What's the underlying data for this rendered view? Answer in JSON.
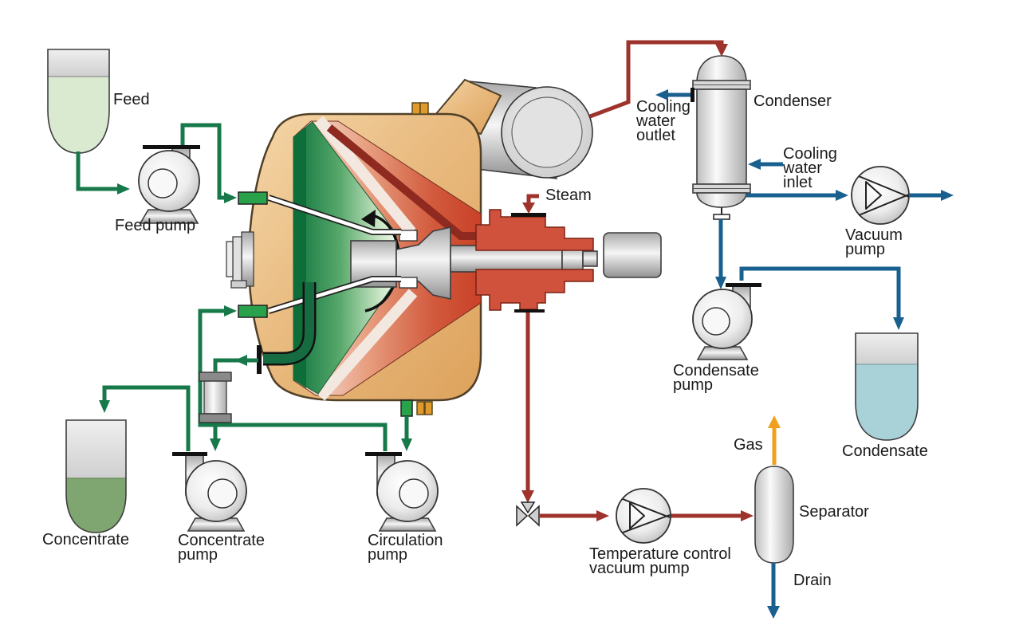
{
  "diagram": {
    "type": "process-flow-diagram",
    "subject": "Conical rotary evaporator system",
    "labels": {
      "feed": "Feed",
      "feed_pump": "Feed pump",
      "steam": "Steam",
      "condenser": "Condenser",
      "cooling_water_outlet": "Cooling\nwater\noutlet",
      "cooling_water_inlet": "Cooling\nwater\ninlet",
      "vacuum_pump": "Vacuum\npump",
      "condensate_pump": "Condensate\npump",
      "condensate": "Condensate",
      "concentrate": "Concentrate",
      "concentrate_pump": "Concentrate\npump",
      "circulation_pump": "Circulation\npump",
      "temperature_control_vacuum_pump": "Temperature control\nvacuum pump",
      "separator": "Separator",
      "gas": "Gas",
      "drain": "Drain"
    },
    "colors": {
      "line_green": "#17794a",
      "nozzle_green": "#2aa24c",
      "line_red": "#9e332b",
      "pipe_dark_red": "#8e2a1f",
      "line_blue": "#1a608f",
      "line_orange": "#f0a01e",
      "vessel_tan": "#e9bb80",
      "heater_red": "#d0523c",
      "cone_green": "#10753f",
      "liquid_feed": "#d9ead1",
      "liquid_concentrate": "#7fa671",
      "liquid_condensate": "#a9d2d8"
    }
  }
}
